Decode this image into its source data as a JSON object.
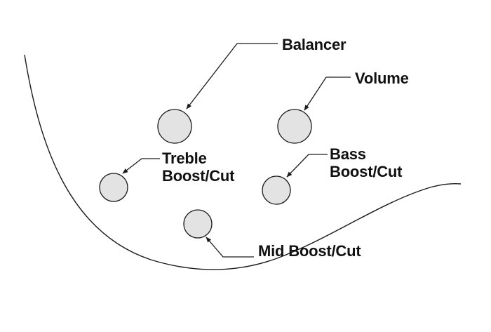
{
  "controls": {
    "balancer": {
      "label": "Balancer"
    },
    "volume": {
      "label": "Volume"
    },
    "treble": {
      "label_line1": "Treble",
      "label_line2": "Boost/Cut"
    },
    "bass": {
      "label_line1": "Bass",
      "label_line2": "Boost/Cut"
    },
    "mid": {
      "label": "Mid Boost/Cut"
    }
  },
  "colors": {
    "knob_fill": "#e3e3e3",
    "outline": "#1a1a1a",
    "background": "#ffffff"
  }
}
